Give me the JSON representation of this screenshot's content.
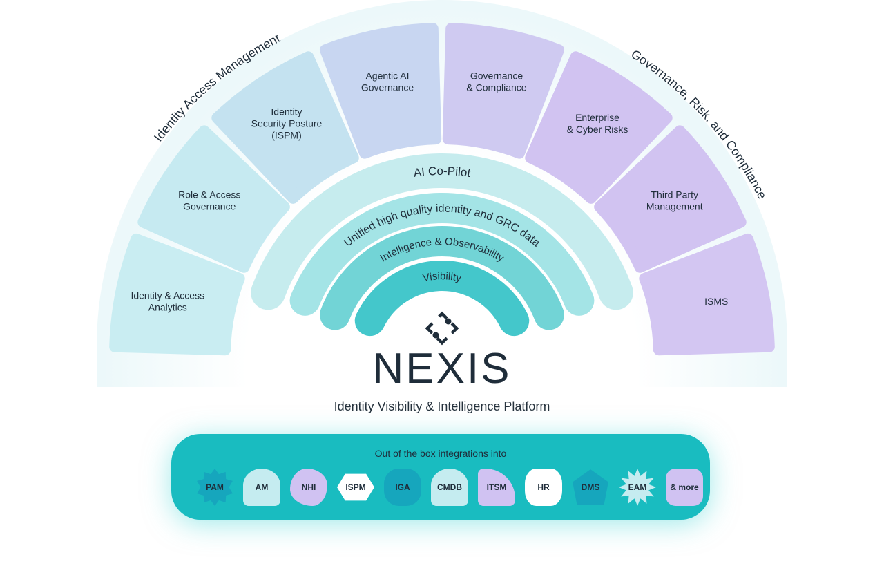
{
  "arc_labels": {
    "left": "Identity Access Management",
    "right": "Governance, Risk, and Compliance"
  },
  "tiles": [
    {
      "lines": [
        "Identity & Access",
        "Analytics"
      ],
      "color": "#c9edf2"
    },
    {
      "lines": [
        "Role & Access",
        "Governance"
      ],
      "color": "#c6eaf1"
    },
    {
      "lines": [
        "Identity",
        "Security Posture",
        "(ISPM)"
      ],
      "color": "#c4e2f0"
    },
    {
      "lines": [
        "Agentic AI",
        "Governance"
      ],
      "color": "#c8d6f1"
    },
    {
      "lines": [
        "Governance",
        "& Compliance"
      ],
      "color": "#cfcaf1"
    },
    {
      "lines": [
        "Enterprise",
        "& Cyber Risks"
      ],
      "color": "#d1c3f1"
    },
    {
      "lines": [
        "Third Party",
        "Management"
      ],
      "color": "#d1c3f1"
    },
    {
      "lines": [
        "ISMS"
      ],
      "color": "#d3c6f2"
    }
  ],
  "bands": [
    {
      "label": "AI Co-Pilot",
      "color": "#c6ecee"
    },
    {
      "label": "Unified high quality identity and GRC data",
      "color": "#a4e4e6"
    },
    {
      "label": "Intelligence & Observability",
      "color": "#72d4d6"
    },
    {
      "label": "Visibility",
      "color": "#44c7cb"
    }
  ],
  "brand": {
    "name": "NEXIS",
    "subtitle": "Identity Visibility & Intelligence Platform"
  },
  "integrations": {
    "title": "Out of the box integrations into",
    "items": [
      {
        "label": "PAM",
        "style": "dark",
        "shape": "star"
      },
      {
        "label": "AM",
        "style": "light",
        "shape": "arch"
      },
      {
        "label": "NHI",
        "style": "lav",
        "shape": "blob"
      },
      {
        "label": "ISPM",
        "style": "white",
        "shape": "hexagon"
      },
      {
        "label": "IGA",
        "style": "dark",
        "shape": "clover"
      },
      {
        "label": "CMDB",
        "style": "light",
        "shape": "arch"
      },
      {
        "label": "ITSM",
        "style": "lav",
        "shape": "quarter"
      },
      {
        "label": "HR",
        "style": "white",
        "shape": "pill"
      },
      {
        "label": "DMS",
        "style": "dark",
        "shape": "pentagon"
      },
      {
        "label": "EAM",
        "style": "light",
        "shape": "flower"
      },
      {
        "label": "& more",
        "style": "lav",
        "shape": "rounded"
      }
    ]
  }
}
